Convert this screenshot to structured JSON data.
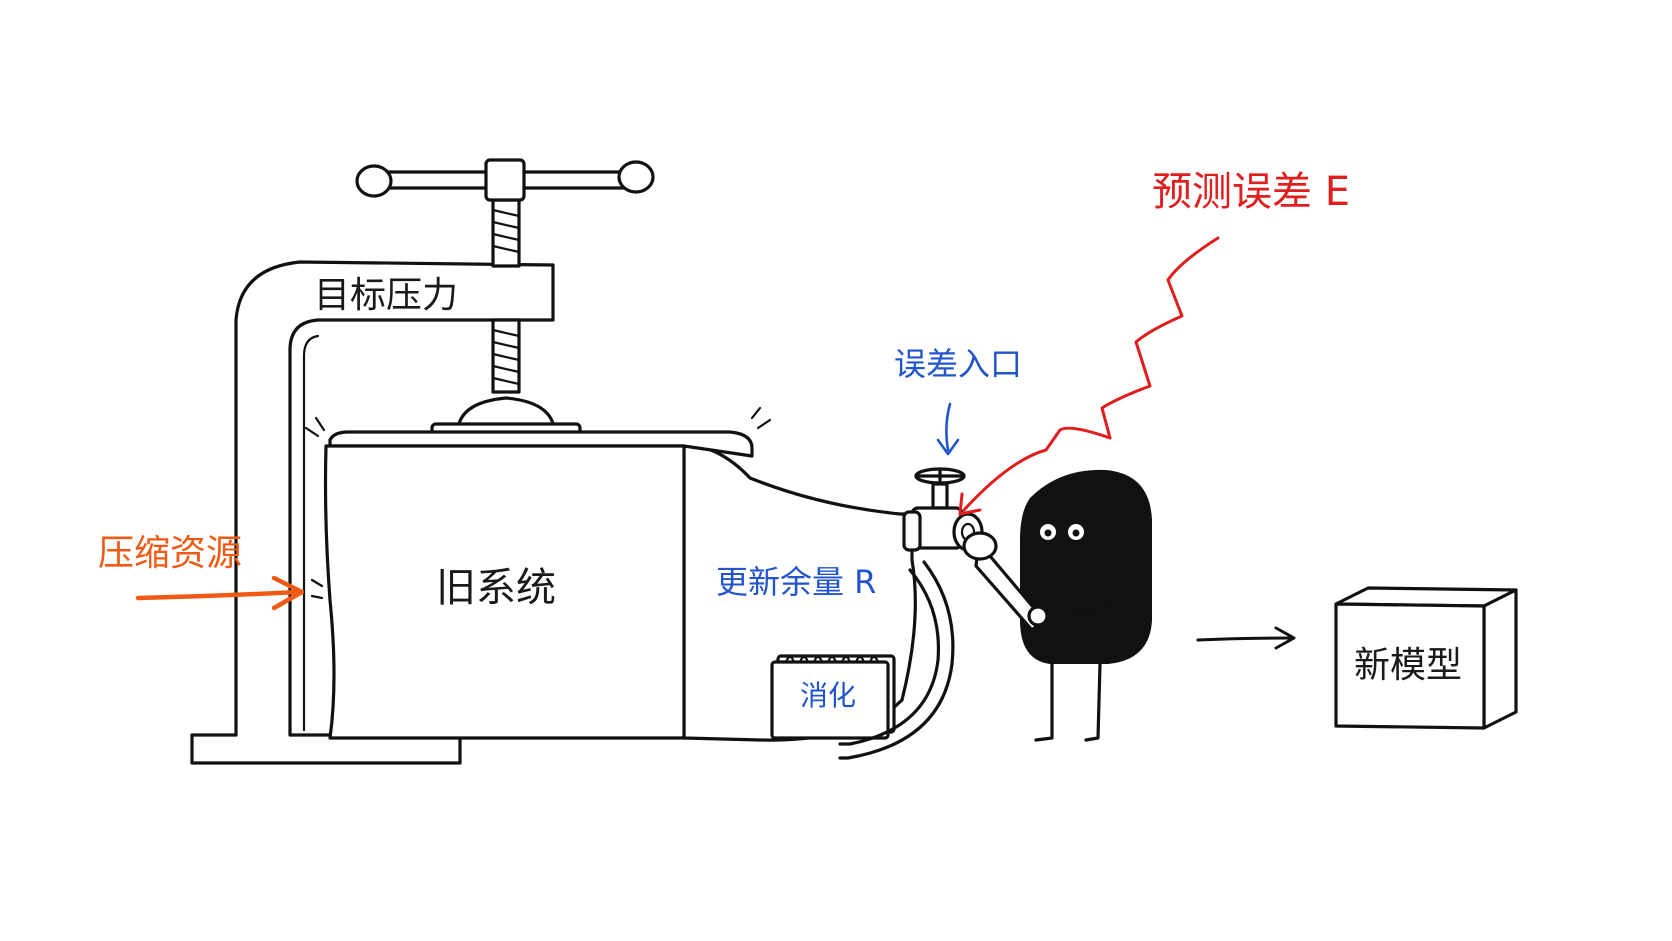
{
  "labels": {
    "target_pressure": "目标压力",
    "compression_resource": "压缩资源",
    "old_system": "旧系统",
    "update_margin": "更新余量 R",
    "digest": "消化",
    "error_inlet": "误差入口",
    "prediction_error": "预测误差 E",
    "new_model": "新模型"
  },
  "colors": {
    "ink": "#111111",
    "orange": "#f05a14",
    "red": "#e01e1e",
    "blue": "#2255cc"
  },
  "icons": [
    "clamp-handle-icon",
    "screw-icon",
    "valve-icon",
    "wrench-icon",
    "notepad-icon"
  ]
}
